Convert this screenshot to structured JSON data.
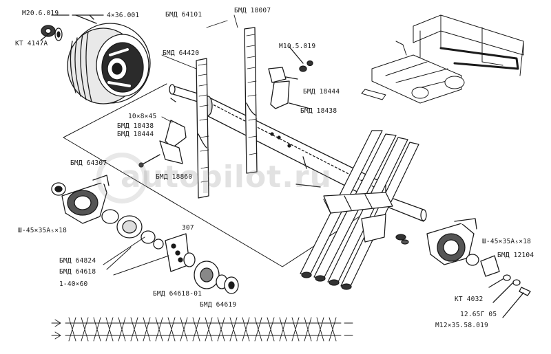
{
  "watermark": "autopilot.ru",
  "labels": {
    "m20": "М20.6.019",
    "w4x36": "4×36.001",
    "kt4147a": "КТ 4147А",
    "bmd64101": "БМД 64101",
    "bmd18007": "БМД 18007",
    "m10": "М10.5.019",
    "bmd64420": "БМД 64420",
    "bmd18444_top": "БМД 18444",
    "bmd18438_top": "БМД 18438",
    "pin10x8x45": "10×8×45",
    "bmd18438_left": "БМД 18438",
    "bmd18444_left": "БМД 18444",
    "bmd64307": "БМД 64307",
    "bmd18860": "БМД 18860",
    "seal_left": "Ш-45×35А₅×18",
    "b307": "307",
    "bmd64824": "БМД 64824",
    "bmd64618": "БМД 64618",
    "ring1x40x60": "1-40×60",
    "bmd64618_01": "БМД 64618-01",
    "bmd64619": "БМД 64619",
    "seal_right": "Ш-45×35А₅×18",
    "bmd12104": "БМД 12104",
    "kt4032": "КТ 4032",
    "g1265": "12.65Г 05",
    "m12": "М12×35.58.019"
  },
  "icons": {
    "pulley": "v-belt-pulley",
    "shaft": "beater-shaft",
    "tines": "tine-bars",
    "bearing": "ball-bearing",
    "housing": "bearing-housing",
    "machine": "machine-frame-thumbnail",
    "belt": "chain-belt"
  }
}
